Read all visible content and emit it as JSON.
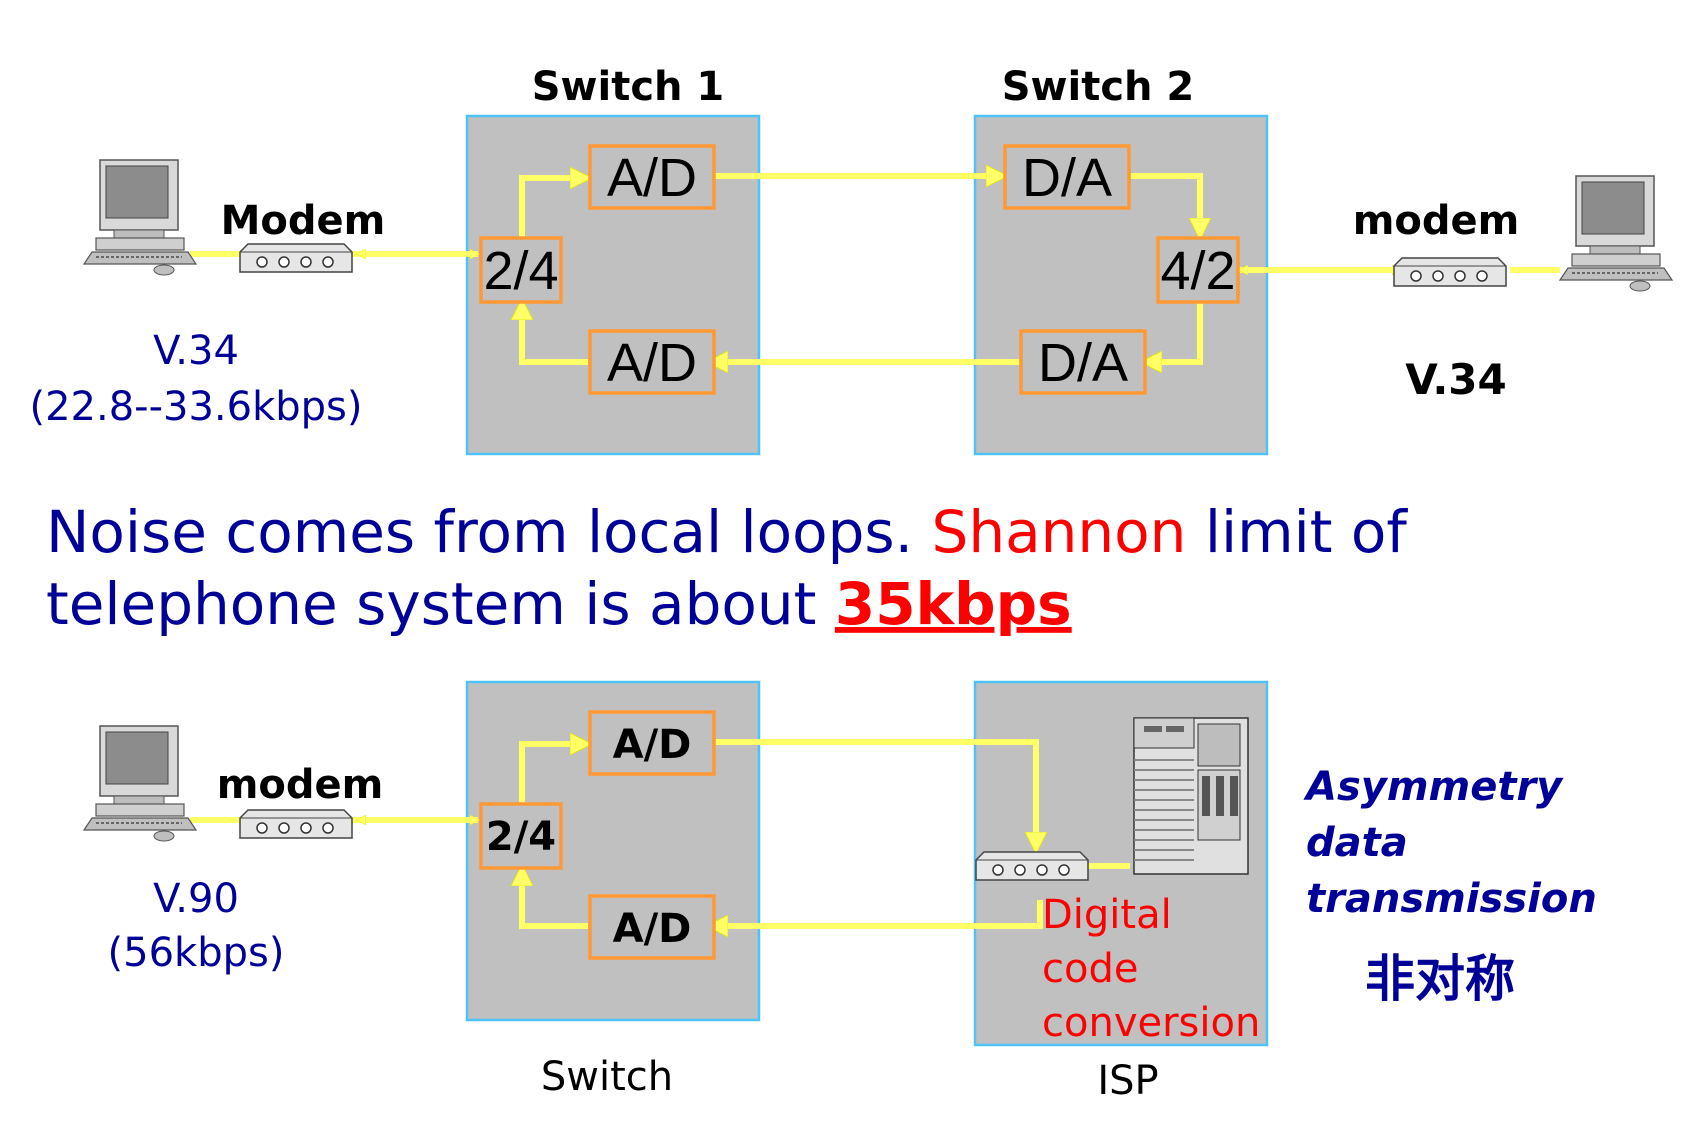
{
  "top": {
    "switch1_title": "Switch 1",
    "switch2_title": "Switch 2",
    "left_modem_label": "Modem",
    "right_modem_label": "modem",
    "left_standard": "V.34",
    "left_rate": "(22.8--33.6kbps)",
    "right_standard": "V.34",
    "s1_ad_top": "A/D",
    "s1_ad_bottom": "A/D",
    "s1_hybrid": "2/4",
    "s2_da_top": "D/A",
    "s2_da_bottom": "D/A",
    "s2_hybrid": "4/2"
  },
  "caption": {
    "part1": "Noise comes from local loops. ",
    "part2": "Shannon",
    "part3": " limit of",
    "line2_part1": "telephone system is about ",
    "line2_highlight": "35kbps"
  },
  "bottom": {
    "modem_label": "modem",
    "standard": "V.90",
    "rate": "(56kbps)",
    "ad_top": "A/D",
    "ad_bottom": "A/D",
    "hybrid": "2/4",
    "switch_caption": "Switch",
    "isp_caption": "ISP",
    "digital_line1": "Digital",
    "digital_line2": "code",
    "digital_line3": "conversion",
    "asym_line1": "Asymmetry",
    "asym_line2": "data",
    "asym_line3": "transmission",
    "chinese": "非对称"
  },
  "colors": {
    "box_fill": "#c0c0c0",
    "box_border": "#4fc3f7",
    "block_border": "#ff9933",
    "wire": "#ffff66",
    "navy": "#000099",
    "red": "#ff0000"
  }
}
